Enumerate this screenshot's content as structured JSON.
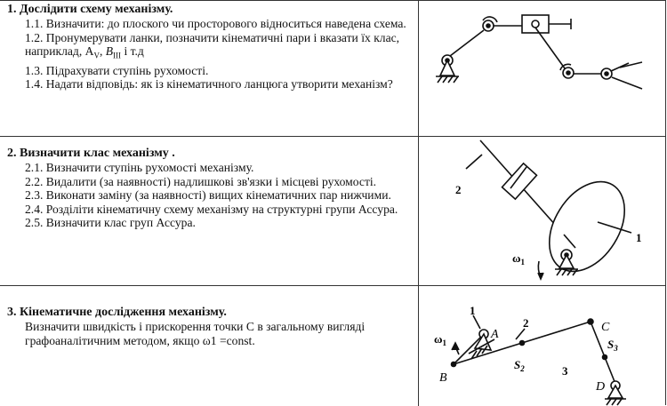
{
  "sections": [
    {
      "title": "1. Дослідити схему механізму.",
      "items": [
        "1.1. Визначити: до плоского чи просторового відноситься наведена схема.",
        "1.2. Пронумерувати ланки, позначити кінематичні пари і вказати їх клас, наприклад, A",
        "1.3. Підрахувати ступінь рухомості.",
        "1.4. Надати відповідь: як із кінематичного ланцюга утворити механізм?"
      ],
      "item2_tail": {
        "sub_v": "V",
        "sep": ", ",
        "b": "B",
        "sub_iii": "III",
        "end": " і т.д"
      }
    },
    {
      "title": "2. Визначити клас механізму .",
      "items": [
        "2.1. Визначити ступінь рухомості механізму.",
        "2.2. Видалити (за наявності) надлишкові зв'язки і місцеві рухомості.",
        "2.3. Виконати заміну (за наявності) вищих кінематичних пар нижчими.",
        "2.4. Розділіти кінематичну схему механізму на структурні групи Ассура.",
        "2.5. Визначити клас груп Ассура."
      ]
    },
    {
      "title": "3. Кінематичне дослідження механізму.",
      "items": [
        "Визначити швидкість і прискорення точки C в загальному вигляді графоаналітичним методом, якщо ω1 =const."
      ]
    }
  ],
  "figure2": {
    "label_2": "2",
    "label_1": "1",
    "omega": "ω",
    "omega_sub": "1"
  },
  "figure3": {
    "label_1": "1",
    "label_2": "2",
    "label_3": "3",
    "A": "A",
    "B": "B",
    "C": "C",
    "D": "D",
    "S2": "S",
    "S2_sub": "2",
    "S3": "S",
    "S3_sub": "3",
    "omega": "ω",
    "omega_sub": "1"
  }
}
